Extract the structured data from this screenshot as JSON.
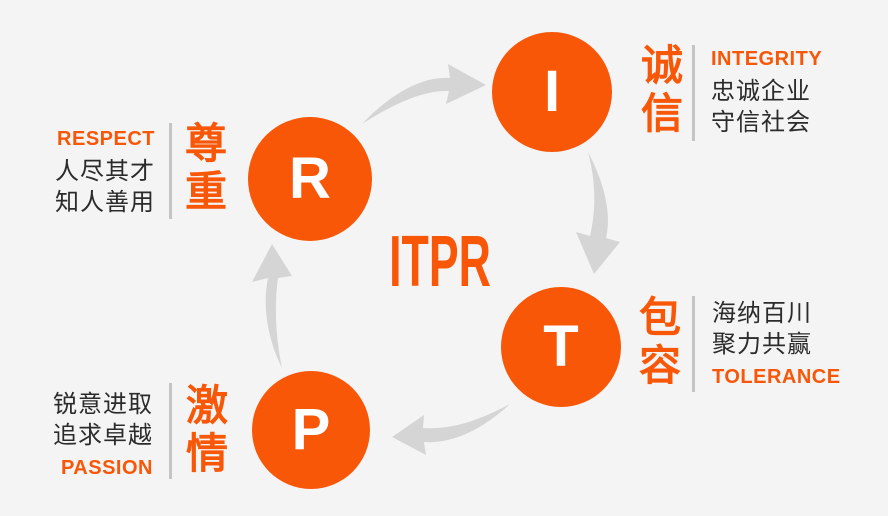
{
  "title": "ITPR",
  "center_label": "ITPR",
  "colors": {
    "accent_orange": "#F85708",
    "text_dark": "#2B2B2B",
    "divider_gray": "#C4C4C4",
    "arrow_gray": "#D5D5D5",
    "background": "#F4F4F4",
    "circle_letter": "#FFFFFF"
  },
  "nodes": [
    {
      "id": "integrity",
      "letter": "I",
      "cn_title_chars": [
        "诚",
        "信"
      ],
      "en_label": "INTEGRITY",
      "desc_lines": [
        "忠诚企业",
        "守信社会"
      ]
    },
    {
      "id": "tolerance",
      "letter": "T",
      "cn_title_chars": [
        "包",
        "容"
      ],
      "en_label": "TOLERANCE",
      "desc_lines": [
        "海纳百川",
        "聚力共赢"
      ]
    },
    {
      "id": "passion",
      "letter": "P",
      "cn_title_chars": [
        "激",
        "情"
      ],
      "en_label": "PASSION",
      "desc_lines": [
        "锐意进取",
        "追求卓越"
      ]
    },
    {
      "id": "respect",
      "letter": "R",
      "cn_title_chars": [
        "尊",
        "重"
      ],
      "en_label": "RESPECT",
      "desc_lines": [
        "人尽其才",
        "知人善用"
      ]
    }
  ]
}
